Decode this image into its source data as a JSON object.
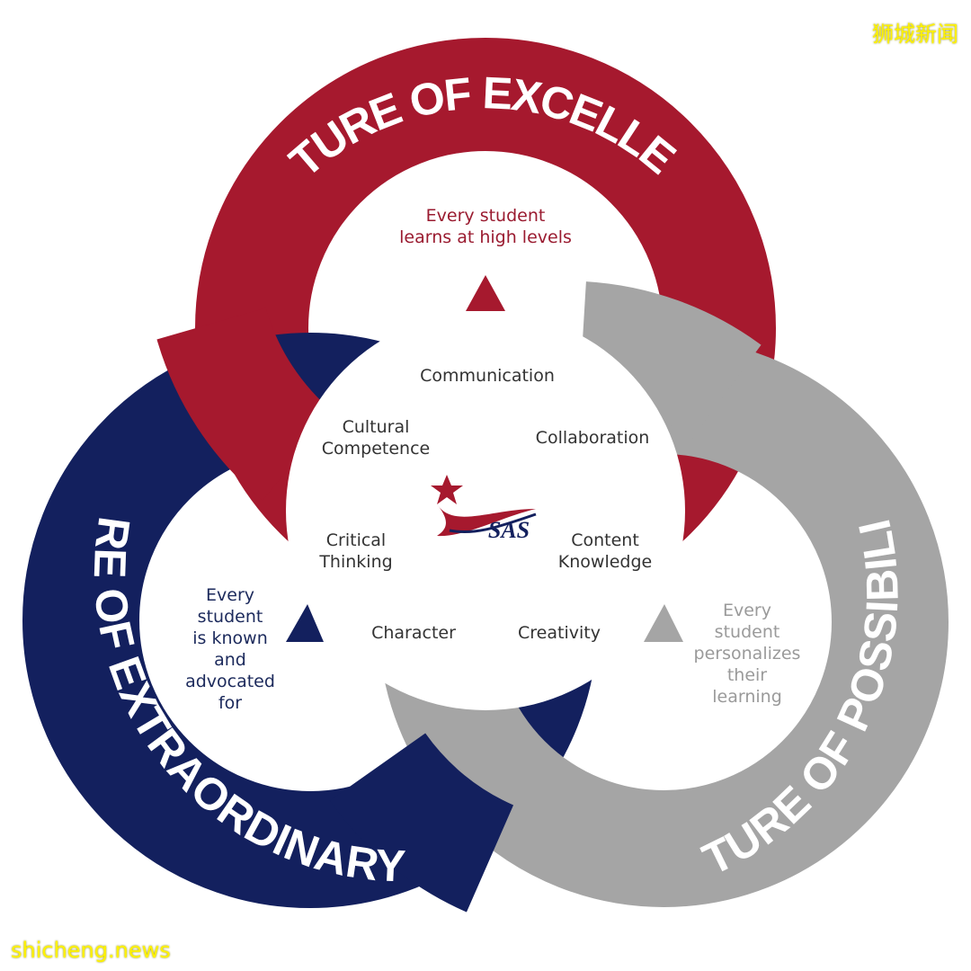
{
  "watermarks": {
    "top_right": "狮城新闻",
    "bottom_left": "shicheng.news"
  },
  "colors": {
    "red": "#A6192E",
    "navy": "#13205E",
    "gray": "#A5A5A5",
    "text": "#333333",
    "red_text": "#9A1B30",
    "navy_text": "#1C2A5C",
    "gray_text": "#9A9A9A"
  },
  "rings": {
    "excellence": {
      "title": "CULTURE OF EXCELLENCE",
      "tagline": "Every student\nlearns at high levels"
    },
    "care": {
      "title": "CULTURE OF EXTRAORDINARY CARE",
      "tagline": "Every\nstudent\nis known\nand\nadvocated\nfor"
    },
    "possibilities": {
      "title": "CULTURE OF POSSIBILITIES",
      "tagline": "Every\nstudent\npersonalizes\ntheir\nlearning"
    }
  },
  "competencies": {
    "communication": "Communication",
    "cultural_competence": "Cultural\nCompetence",
    "collaboration": "Collaboration",
    "critical_thinking": "Critical\nThinking",
    "content_knowledge": "Content\nKnowledge",
    "character": "Character",
    "creativity": "Creativity"
  },
  "logo": {
    "text": "SAS"
  }
}
